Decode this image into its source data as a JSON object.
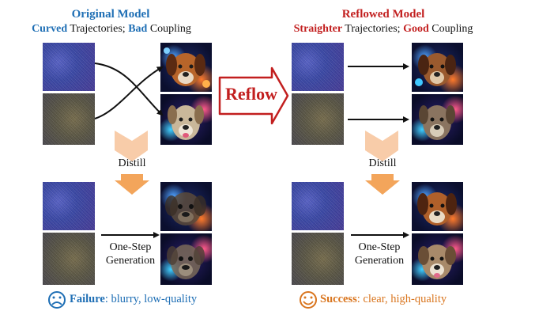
{
  "left": {
    "title": "Original Model",
    "subtitle": {
      "w1": "Curved",
      "w2": " Trajectories; ",
      "w3": "Bad",
      "w4": " Coupling"
    },
    "distill_label": "Distill",
    "gen_line1": "One-Step",
    "gen_line2": "Generation",
    "result_head": "Failure",
    "result_rest": ": blurry, low-quality"
  },
  "middle": {
    "reflow_label": "Reflow"
  },
  "right": {
    "title": "Reflowed Model",
    "subtitle": {
      "w1": "Straighter",
      "w2": " Trajectories; ",
      "w3": "Good",
      "w4": " Coupling"
    },
    "distill_label": "Distill",
    "gen_line1": "One-Step",
    "gen_line2": "Generation",
    "result_head": "Success",
    "result_rest": ": clear, high-quality"
  },
  "colors": {
    "blue": "#1f6fb5",
    "red": "#c21f1f",
    "orange": "#d9751e",
    "distill_arrow": "#f3a55b"
  }
}
